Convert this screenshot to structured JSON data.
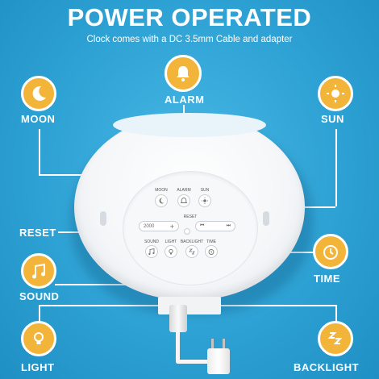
{
  "title": "POWER OPERATED",
  "subtitle": "Clock comes with a DC 3.5mm Cable and adapter",
  "labels": {
    "moon": "MOON",
    "alarm": "ALARM",
    "sun": "SUN",
    "reset": "RESET",
    "time": "TIME",
    "sound": "SOUND",
    "light": "LIGHT",
    "backlight": "BACKLIGHT"
  },
  "panel": {
    "moon": "MOON",
    "alarm": "ALARM",
    "sun": "SUN",
    "reset": "RESET",
    "sound": "SOUND",
    "light": "LIGHT",
    "backlight": "BACKLIGHT",
    "time": "TIME",
    "minus": "2000",
    "plus": "+"
  },
  "colors": {
    "background": "#2ea2d4",
    "badge": "#f3b43a",
    "white": "#ffffff"
  },
  "icons": [
    "moon-icon",
    "bell-icon",
    "sun-icon",
    "alarm-clock-icon",
    "music-note-icon",
    "bulb-icon",
    "sleep-zz-icon"
  ]
}
